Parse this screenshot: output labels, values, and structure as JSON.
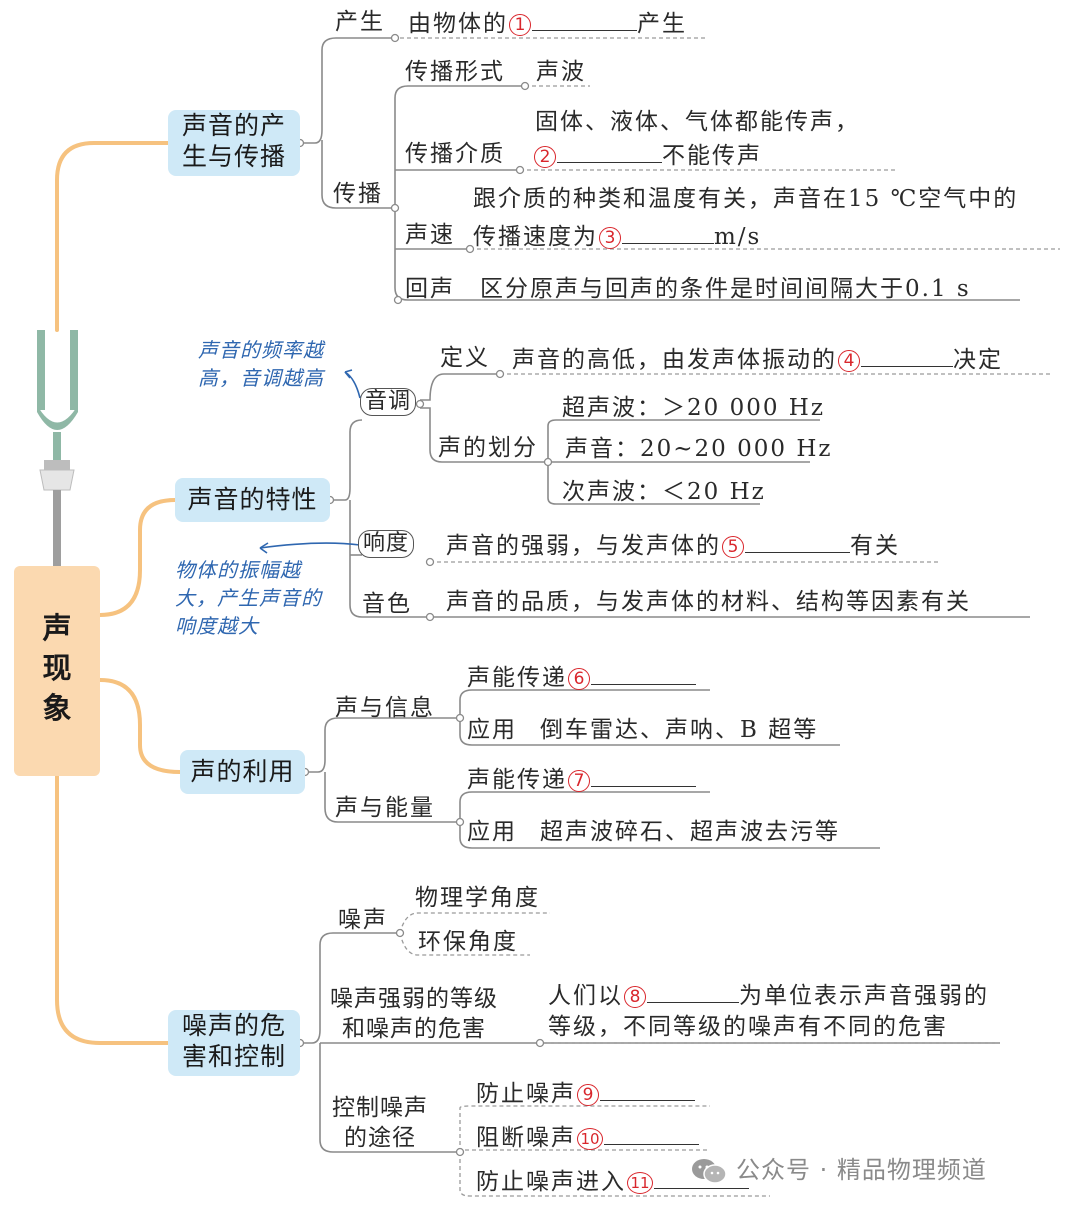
{
  "root": {
    "label_lines": [
      "声",
      "现",
      "象"
    ]
  },
  "sections": {
    "s1": {
      "title_lines": [
        "声音的产",
        "生与传播"
      ]
    },
    "s2": {
      "title": "声音的特性"
    },
    "s3": {
      "title": "声的利用"
    },
    "s4": {
      "title_lines": [
        "噪声的危",
        "害和控制"
      ]
    }
  },
  "s1": {
    "produce": {
      "label": "产生",
      "pre": "由物体的",
      "num": "1",
      "post": "产生"
    },
    "spread": {
      "label": "传播"
    },
    "form": {
      "label": "传播形式",
      "value": "声波"
    },
    "medium": {
      "label": "传播介质",
      "line1": "固体、液体、气体都能传声，",
      "num": "2",
      "post": "不能传声"
    },
    "speed": {
      "label": "声速",
      "line1": "跟介质的种类和温度有关，声音在15 ℃空气中的",
      "pre": "传播速度为",
      "num": "3",
      "post": "m/s"
    },
    "echo": {
      "label": "回声",
      "value": "区分原声与回声的条件是时间间隔大于0.1 s"
    }
  },
  "s2": {
    "pitch": {
      "label": "音调"
    },
    "pitch_def": {
      "label": "定义",
      "pre": "声音的高低，由发声体振动的",
      "num": "4",
      "post": "决定"
    },
    "pitch_div": {
      "label": "声的划分"
    },
    "ultra": "超声波：＞20 000 Hz",
    "audible": "声音：20~20 000 Hz",
    "infra": "次声波：＜20 Hz",
    "loud": {
      "label": "响度",
      "pre": "声音的强弱，与发声体的",
      "num": "5",
      "post": "有关"
    },
    "timbre": {
      "label": "音色",
      "value": "声音的品质，与发声体的材料、结构等因素有关"
    },
    "note_pitch": [
      "声音的频率越",
      "高，音调越高"
    ],
    "note_loud": [
      "物体的振幅越",
      "大，产生声音的",
      "响度越大"
    ]
  },
  "s3": {
    "info": {
      "label": "声与信息"
    },
    "info_transfer": {
      "pre": "声能传递",
      "num": "6"
    },
    "info_app": {
      "label": "应用",
      "value": "倒车雷达、声呐、B 超等"
    },
    "energy": {
      "label": "声与能量"
    },
    "energy_transfer": {
      "pre": "声能传递",
      "num": "7"
    },
    "energy_app": {
      "label": "应用",
      "value": "超声波碎石、超声波去污等"
    }
  },
  "s4": {
    "noise": {
      "label": "噪声"
    },
    "phys": "物理学角度",
    "env": "环保角度",
    "level": {
      "label_lines": [
        "噪声强弱的等级",
        "和噪声的危害"
      ],
      "pre": "人们以",
      "num": "8",
      "post": "为单位表示声音强弱的",
      "line2": "等级，不同等级的噪声有不同的危害"
    },
    "control": {
      "label_lines": [
        "控制噪声",
        "的途径"
      ]
    },
    "prevent": {
      "pre": "防止噪声",
      "num": "9"
    },
    "block": {
      "pre": "阻断噪声",
      "num": "10"
    },
    "enter": {
      "pre": "防止噪声进入",
      "num": "11"
    }
  },
  "watermark": "公众号 · 精品物理频道",
  "colors": {
    "connector": "#f6c27f",
    "box": "#cfe9f7",
    "banner": "#fbd9b0",
    "number": "#d9262c",
    "annotation": "#2f67b0"
  }
}
